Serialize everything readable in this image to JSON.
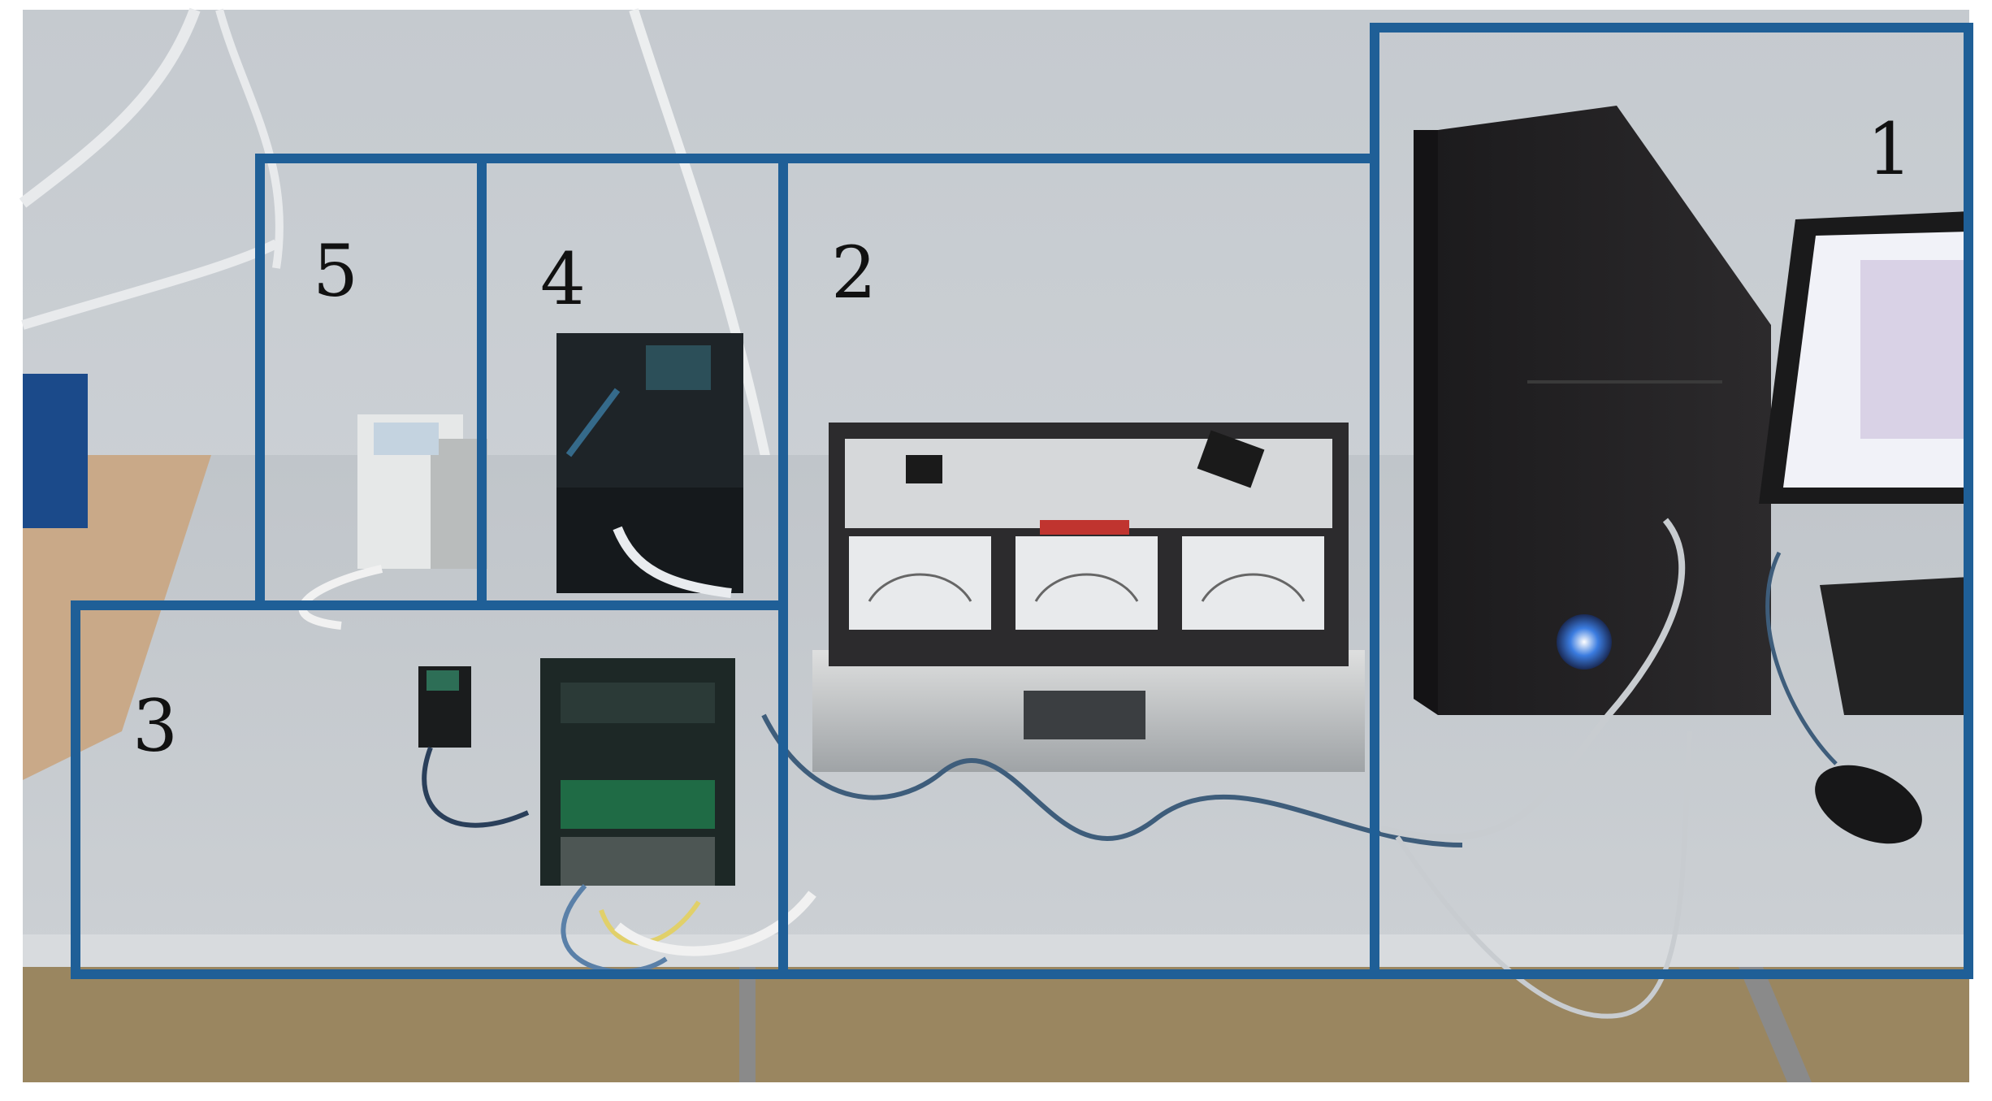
{
  "labels": {
    "region_1": "1",
    "region_2": "2",
    "region_3": "3",
    "region_4": "4",
    "region_5": "5"
  },
  "colors": {
    "frame": "#1f5f97",
    "wall": "#c9cdd2",
    "table": "#c3c8cd",
    "floor": "#9a8660"
  }
}
